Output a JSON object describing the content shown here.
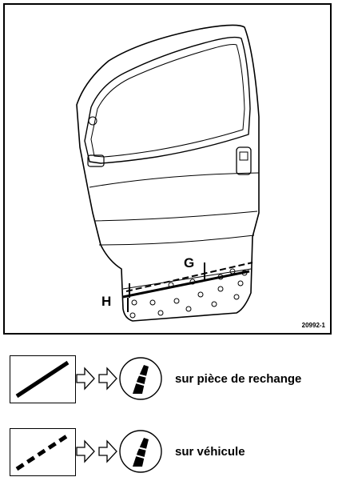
{
  "diagram": {
    "labels": {
      "g": "G",
      "h": "H"
    },
    "reference_code": "20992-1",
    "icons": [
      "door-panel-icon",
      "arrow-icon",
      "hand-tool-icon"
    ]
  },
  "legend": [
    {
      "style": "solid",
      "text": "sur pièce de rechange"
    },
    {
      "style": "dashed",
      "text": "sur véhicule"
    }
  ],
  "colors": {
    "line": "#000000",
    "background": "#ffffff"
  }
}
